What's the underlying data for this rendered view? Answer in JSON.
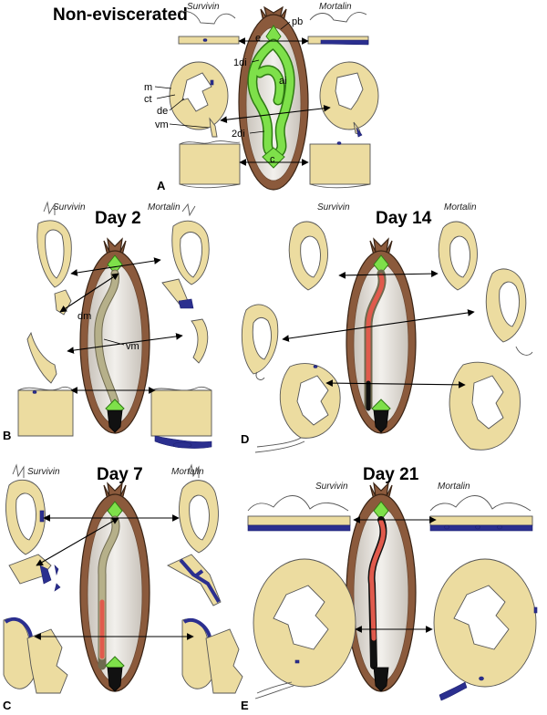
{
  "figure": {
    "panels": [
      {
        "id": "A",
        "letter": "A",
        "title": "Non-eviscerated",
        "stain_left": "Survivin",
        "stain_right": "Mortalin"
      },
      {
        "id": "B",
        "letter": "B",
        "title": "Day 2",
        "stain_left": "Survivin",
        "stain_right": "Mortalin"
      },
      {
        "id": "C",
        "letter": "C",
        "title": "Day 7",
        "stain_left": "Survivin",
        "stain_right": "Mortalin"
      },
      {
        "id": "D",
        "letter": "D",
        "title": "Day 14",
        "stain_left": "Survivin",
        "stain_right": "Mortalin"
      },
      {
        "id": "E",
        "letter": "E",
        "title": "Day 21",
        "stain_left": "Survivin",
        "stain_right": "Mortalin"
      }
    ],
    "labels_a": {
      "pb": "pb",
      "e": "e",
      "di1": "1di",
      "ai": "ai",
      "m": "m",
      "ct": "ct",
      "de": "de",
      "vm": "vm",
      "di2": "2di",
      "c": "c"
    },
    "labels_b": {
      "dm": "dm",
      "vm": "vm"
    },
    "colors": {
      "body_wall": "#8b5a3c",
      "tissue": "#ecdca0",
      "stain_blue": "#2b2f8f",
      "gut_green": "#7ee04a",
      "regenerating_red": "#e05a4c"
    }
  }
}
